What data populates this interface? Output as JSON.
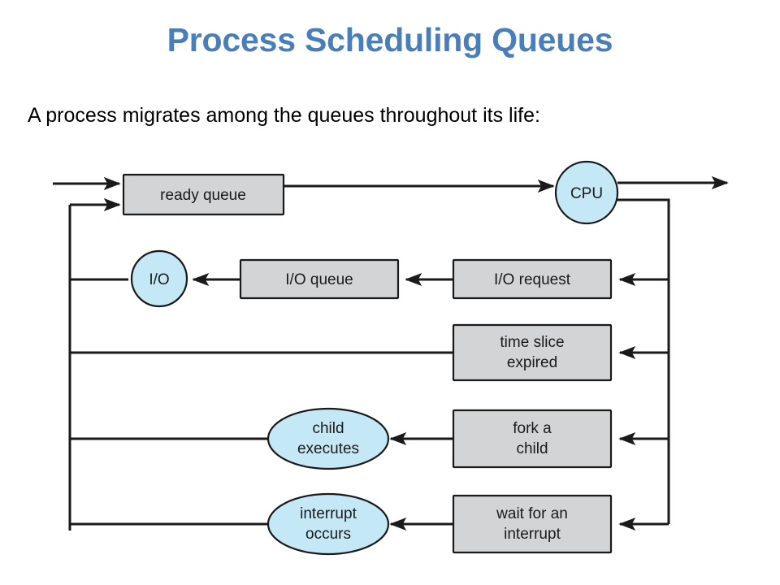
{
  "slide": {
    "title": "Process Scheduling Queues",
    "subtitle": "A process migrates among the queues throughout its life:",
    "title_color": "#4a7ebb",
    "text_color": "#000000",
    "background_color": "#ffffff"
  },
  "diagram": {
    "box_fill": "#d2d4d6",
    "round_fill": "#c5e8f7",
    "stroke_color": "#1a1a1a",
    "nodes": {
      "ready_queue": {
        "label": "ready queue",
        "shape": "rect"
      },
      "cpu": {
        "label": "CPU",
        "shape": "circle"
      },
      "io": {
        "label": "I/O",
        "shape": "circle"
      },
      "io_queue": {
        "label": "I/O queue",
        "shape": "rect"
      },
      "io_request": {
        "label": "I/O request",
        "shape": "rect"
      },
      "time_slice_expired": {
        "label_line1": "time slice",
        "label_line2": "expired",
        "shape": "rect"
      },
      "child_executes": {
        "label_line1": "child",
        "label_line2": "executes",
        "shape": "ellipse"
      },
      "fork_a_child": {
        "label_line1": "fork a",
        "label_line2": "child",
        "shape": "rect"
      },
      "interrupt_occurs": {
        "label_line1": "interrupt",
        "label_line2": "occurs",
        "shape": "ellipse"
      },
      "wait_for_an_interrupt": {
        "label_line1": "wait for an",
        "label_line2": "interrupt",
        "shape": "rect"
      }
    }
  }
}
